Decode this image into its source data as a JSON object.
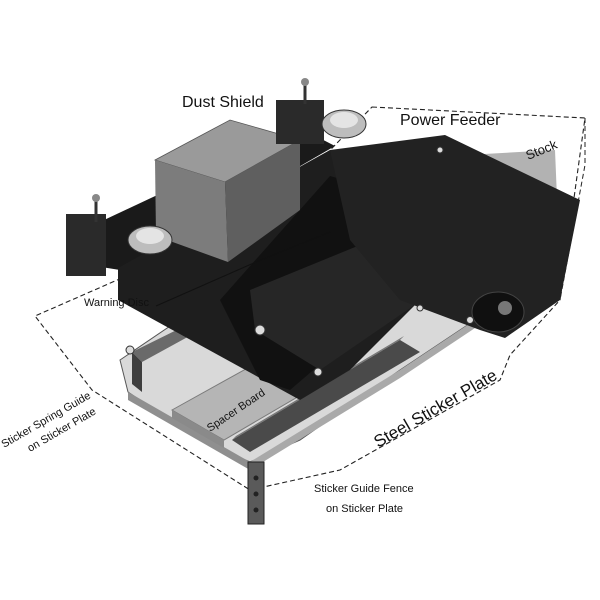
{
  "labels": {
    "dust_shield": "Dust Shield",
    "power_feeder": "Power Feeder",
    "stock": "Stock",
    "warning_disc": "Warning Disc",
    "sticker_spring_guide_line1": "Sticker Spring Guide",
    "sticker_spring_guide_line2": "on Sticker Plate",
    "spacer_board": "Spacer Board",
    "steel_sticker_plate": "Steel Sticker Plate",
    "sticker_guide_fence_line1": "Sticker Guide Fence",
    "sticker_guide_fence_line2": "on Sticker Plate"
  },
  "colors": {
    "background": "#ffffff",
    "plate_light": "#d9d9d9",
    "plate_shadow": "#9a9a9a",
    "dark_body": "#1a1a1a",
    "motor": "#222222",
    "dust_shield": "#7c7c7c",
    "spacer_board": "#b5b5b5",
    "label_text": "#111111",
    "outline_dash": "#222222"
  },
  "icons": {
    "knob": "star-knob-icon",
    "hold_down": "hold-down-clamp-icon",
    "bolt": "hex-bolt-icon"
  }
}
